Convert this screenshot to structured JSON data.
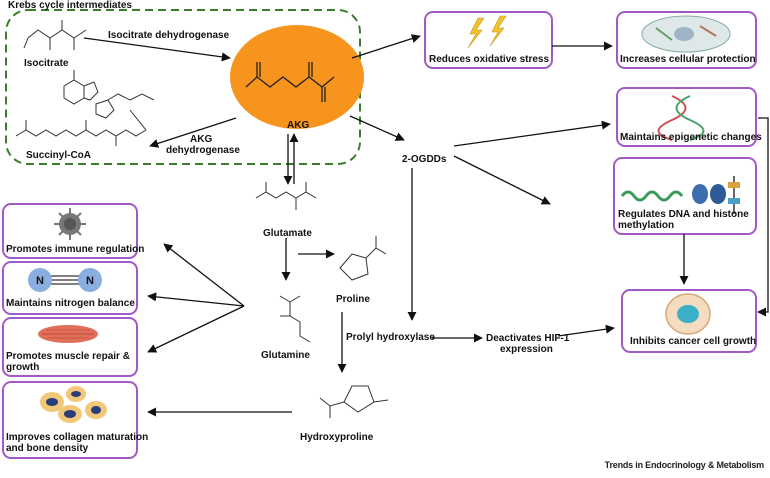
{
  "krebs_title": "Krebs cycle intermediates",
  "isocitrate": "Isocitrate",
  "succinyl_coa": "Succinyl-CoA",
  "isocitrate_dehydrogenase": "Isocitrate dehydrogenase",
  "akg_dehydrogenase_line1": "AKG",
  "akg_dehydrogenase_line2": "dehydrogenase",
  "akg": "AKG",
  "glutamate": "Glutamate",
  "proline": "Proline",
  "glutamine": "Glutamine",
  "hydroxyproline": "Hydroxyproline",
  "two_ogdds": "2-OGDDs",
  "prolyl_hydroxylase": "Prolyl hydroxylase",
  "deactivates_hif_line1": "Deactivates HIF-1",
  "deactivates_hif_line2": "expression",
  "effects_right": {
    "oxidative": "Reduces oxidative stress",
    "protection": "Increases cellular protection",
    "epigenetic": "Maintains epigenetic changes",
    "dna_line1": "Regulates DNA and histone",
    "dna_line2": "methylation",
    "cancer": "Inhibits cancer cell growth"
  },
  "effects_left": {
    "immune": "Promotes immune regulation",
    "nitrogen": "Maintains nitrogen balance",
    "muscle_line1": "Promotes muscle repair &",
    "muscle_line2": "growth",
    "collagen_line1": "Improves collagen maturation",
    "collagen_line2": "and bone density"
  },
  "atom_n": "N",
  "caption": "Trends in Endocrinology & Metabolism",
  "colors": {
    "box_border": "#a05ac8",
    "krebs_border": "#3a7d2c",
    "akg_fill": "#f7941d",
    "arrow": "#111111"
  }
}
